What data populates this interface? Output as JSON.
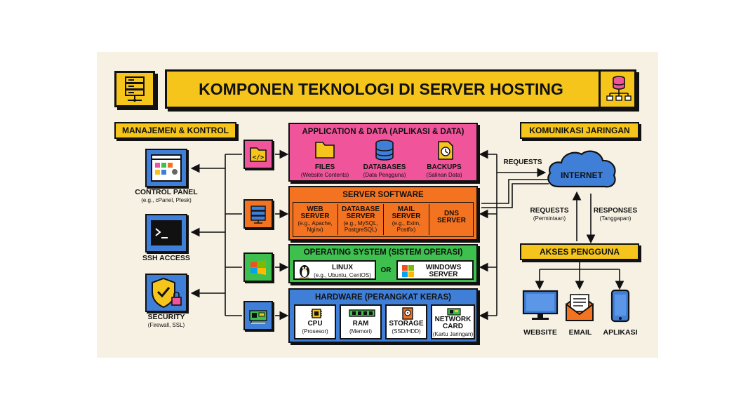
{
  "title": "KOMPONEN TEKNOLOGI DI SERVER HOSTING",
  "left_header": "MANAJEMEN & KONTROL",
  "right_header": "KOMUNIKASI JARINGAN",
  "left_items": [
    {
      "label": "CONTROL PANEL",
      "sub": "(e.g., cPanel, Plesk)"
    },
    {
      "label": "SSH ACCESS",
      "sub": ""
    },
    {
      "label": "SECURITY",
      "sub": "(Firewall, SSL)"
    }
  ],
  "layers": {
    "app": {
      "title": "APPLICATION & DATA (APLIKASI & DATA)",
      "items": [
        {
          "label": "FILES",
          "sub": "(Website Contents)"
        },
        {
          "label": "DATABASES",
          "sub": "(Data Pengguna)"
        },
        {
          "label": "BACKUPS",
          "sub": "(Salinan Data)"
        }
      ]
    },
    "server": {
      "title": "SERVER SOFTWARE",
      "items": [
        {
          "l1": "WEB",
          "l2": "SERVER",
          "sub1": "(e.g., Apache,",
          "sub2": "Nginx)"
        },
        {
          "l1": "DATABASE",
          "l2": "SERVER",
          "sub1": "(e.g., MySQL,",
          "sub2": "PostgreSQL)"
        },
        {
          "l1": "MAIL",
          "l2": "SERVER",
          "sub1": "(e.g., Exim,",
          "sub2": "Postfix)"
        },
        {
          "l1": "DNS",
          "l2": "SERVER",
          "sub1": "",
          "sub2": ""
        }
      ]
    },
    "os": {
      "title": "OPERATING SYSTEM (SISTEM OPERASI)",
      "linux": "LINUX",
      "linux_sub": "(e.g., Ubuntu, CentOS)",
      "or": "OR",
      "windows_1": "WINDOWS",
      "windows_2": "SERVER"
    },
    "hardware": {
      "title": "HARDWARE (PERANGKAT KERAS)",
      "items": [
        {
          "l1": "CPU",
          "l2": "",
          "sub": "(Prosesor)"
        },
        {
          "l1": "RAM",
          "l2": "",
          "sub": "(Memori)"
        },
        {
          "l1": "STORAGE",
          "l2": "",
          "sub": "(SSD/HDD)"
        },
        {
          "l1": "NETWORK",
          "l2": "CARD",
          "sub": "(Kartu Jaringan)"
        }
      ]
    }
  },
  "network": {
    "requests_top": "REQUESTS",
    "internet": "INTERNET",
    "requests": "REQUESTS",
    "requests_sub": "(Permintaan)",
    "responses": "RESPONSES",
    "responses_sub": "(Tanggapan)",
    "akses": "AKSES PENGGUNA",
    "clients": [
      "WEBSITE",
      "EMAIL",
      "APLIKASI"
    ]
  },
  "colors": {
    "yellow": "#f5c51c",
    "pink": "#f0559b",
    "orange": "#f47321",
    "green": "#3ec04f",
    "blue": "#3f7fd8",
    "cream": "#f6f1e3"
  }
}
